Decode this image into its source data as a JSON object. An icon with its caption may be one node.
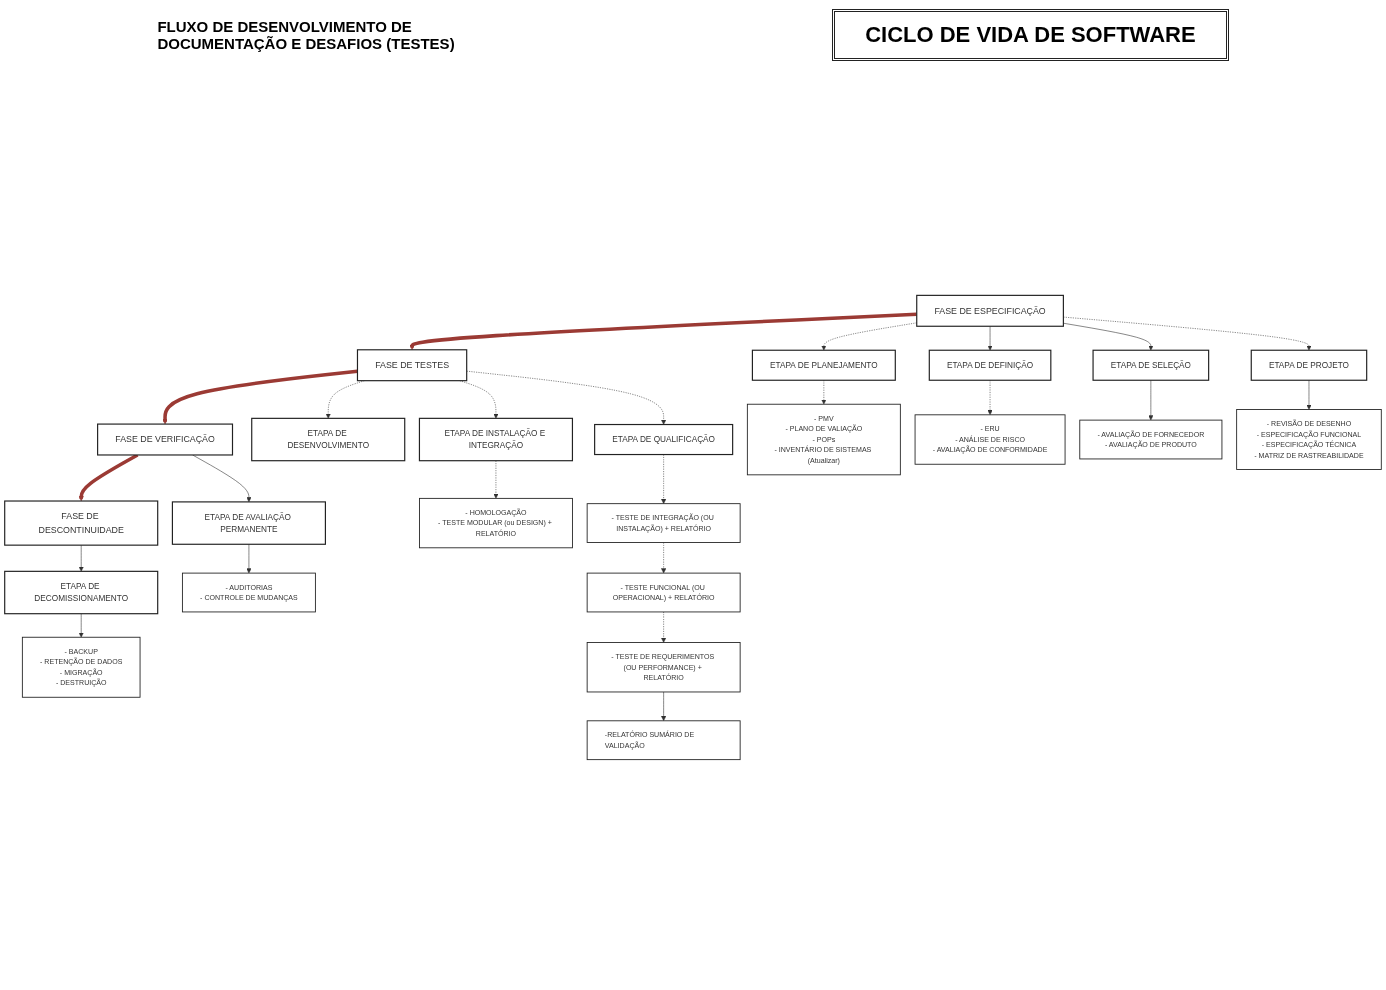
{
  "diagram": {
    "title": "CICLO DE VIDA DE SOFTWARE",
    "nodes": [
      {
        "text": [
          "FASE DE ESPECIFICAÇÃO"
        ]
      },
      {
        "text": [
          "FASE DE TESTES"
        ]
      },
      {
        "text": [
          "FASE DE VERIFICAÇÃO"
        ]
      },
      {
        "text": [
          "FASE DE DESCONTINUIDADE"
        ]
      },
      {
        "text": [
          "ETAPA DE PLANEJAMENTO"
        ]
      },
      {
        "text": [
          "ETAPA DE DEFINIÇÃO"
        ]
      },
      {
        "text": [
          "ETAPA DE SELEÇÃO"
        ]
      },
      {
        "text": [
          "ETAPA DE PROJETO"
        ]
      },
      {
        "text": [
          "ETAPA DE DESENVOLVIMENTO"
        ]
      },
      {
        "text": [
          "ETAPA DE INSTALAÇÃO E INTEGRAÇÃO"
        ]
      },
      {
        "text": [
          "ETAPA DE QUALIFICAÇÃO"
        ]
      },
      {
        "text": [
          "ETAPA DE AVALIAÇÃO PERMANENTE"
        ]
      },
      {
        "text": [
          "ETAPA DE DECOMISSIONAMENTO"
        ]
      },
      {
        "text": [
          "- PMV",
          "- PLANO DE VALIAÇÃO",
          "- POPs",
          "- INVENTÁRIO DE SISTEMAS (Atualizar)"
        ]
      },
      {
        "text": [
          "- ERU",
          "- ANÁLISE DE RISCO",
          "- AVALIAÇÃO DE CONFORMIDADE"
        ]
      },
      {
        "text": [
          "- AVALIAÇÃO DE FORNECEDOR",
          "- AVALIAÇÃO DE PRODUTO"
        ]
      },
      {
        "text": [
          "- REVISÃO DE DESENHO",
          "- ESPECIFICAÇÃO FUNCIONAL",
          "- ESPECIFICAÇÃO TÉCNICA",
          "- MATRIZ DE RASTREABILIDADE"
        ]
      },
      {
        "text": [
          "- HOMOLOGAÇÃO",
          "- TESTE MODULAR (ou DESIGN) + RELATÓRIO"
        ]
      },
      {
        "text": [
          "- TESTE DE INTEGRAÇÃO (OU INSTALAÇÃO) + RELATÓRIO"
        ]
      },
      {
        "text": [
          "- TESTE FUNCIONAL (OU OPERACIONAL) + RELATÓRIO"
        ]
      },
      {
        "text": [
          "- TESTE DE REQUERIMENTOS (OU PERFORMANCE) + RELATÓRIO"
        ]
      },
      {
        "text": [
          "-RELATÓRIO SUMÁRIO DE VALIDAÇÃO"
        ]
      },
      {
        "text": [
          "- AUDITORIAS",
          "- CONTROLE DE MUDANÇAS"
        ]
      },
      {
        "text": [
          "- BACKUP",
          "- RETENÇÃO DE DADOS",
          "- MIGRAÇÃO",
          "- DESTRUIÇÃO"
        ]
      }
    ],
    "edges": [
      {
        "from": 0,
        "to": 1,
        "arrow": "to",
        "style": "thick",
        "color": "#9b3a34"
      },
      {
        "from": 1,
        "to": 2,
        "arrow": "to",
        "style": "thick",
        "color": "#9b3a34"
      },
      {
        "from": 2,
        "to": 3,
        "arrow": "to",
        "style": "thick",
        "color": "#9b3a34"
      },
      {
        "from": 0,
        "to": 4,
        "arrow": "to",
        "style": "dashed"
      },
      {
        "from": 0,
        "to": 5,
        "arrow": "to"
      },
      {
        "from": 0,
        "to": 6,
        "arrow": "to"
      },
      {
        "from": 0,
        "to": 7,
        "arrow": "to",
        "style": "dashed"
      },
      {
        "from": 1,
        "to": 8,
        "arrow": "to",
        "style": "dashed"
      },
      {
        "from": 1,
        "to": 9,
        "arrow": "to",
        "style": "dashed"
      },
      {
        "from": 1,
        "to": 10,
        "arrow": "to",
        "style": "dashed"
      },
      {
        "from": 2,
        "to": 11,
        "arrow": "to"
      },
      {
        "from": 3,
        "to": 12,
        "arrow": "to"
      },
      {
        "from": 4,
        "to": 13,
        "arrow": "to",
        "style": "dashed"
      },
      {
        "from": 5,
        "to": 14,
        "arrow": "to",
        "style": "dashed"
      },
      {
        "from": 6,
        "to": 15,
        "arrow": "to"
      },
      {
        "from": 7,
        "to": 16,
        "arrow": "to"
      },
      {
        "from": 9,
        "to": 17,
        "arrow": "to",
        "style": "dashed"
      },
      {
        "from": 10,
        "to": 18,
        "arrow": "to",
        "style": "dashed"
      },
      {
        "from": 18,
        "to": 19,
        "arrow": "to",
        "style": "dashed"
      },
      {
        "from": 19,
        "to": 20,
        "arrow": "to",
        "style": "dashed"
      },
      {
        "from": 20,
        "to": 21,
        "arrow": "to"
      },
      {
        "from": 11,
        "to": 22,
        "arrow": "to"
      },
      {
        "from": 12,
        "to": 23,
        "arrow": "to"
      }
    ],
    "labels": [
      "FLUXO DE DESENVOLVIMENTO DE DOCUMENTAÇÃO E DESAFIOS (TESTES)"
    ]
  }
}
